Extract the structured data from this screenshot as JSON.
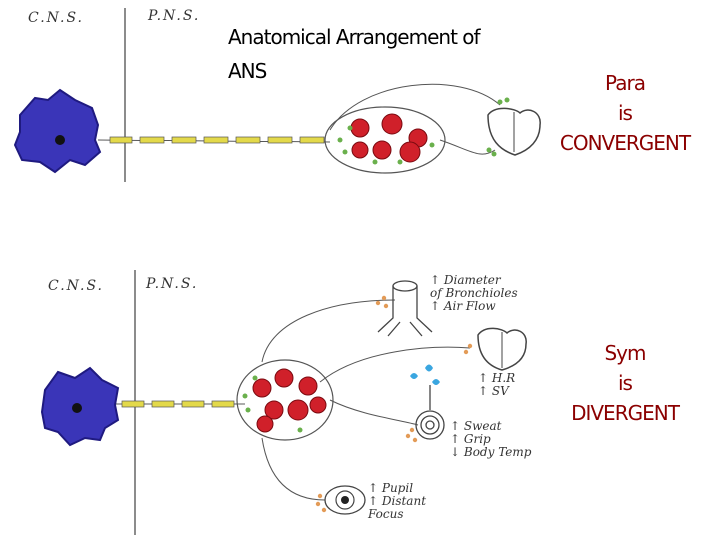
{
  "title": "Anatomical Arrangement of\nANS",
  "para": {
    "line1": "Para",
    "line2": "is",
    "line3": "CONVERGENT"
  },
  "sym": {
    "line1": "Sym",
    "line2": "is",
    "line3": "DIVERGENT"
  },
  "top_diagram": {
    "cns_label": "C.N.S.",
    "pns_label": "P.N.S."
  },
  "bottom_diagram": {
    "cns_label": "C.N.S.",
    "pns_label": "P.N.S.",
    "bronchi_label": "↑ Diameter\nof Bronchioles\n↑ Air Flow",
    "heart_label": "↑ H.R\n↑ SV",
    "skin_label": "↑ Sweat\n↑ Grip\n↓ Body Temp",
    "eye_label": "↑ Pupil\n↑ Distant\nFocus"
  },
  "colors": {
    "para_text": "#8b0000",
    "sym_text": "#8b0000",
    "neuron": "#3a35b8",
    "axon": "#e3d94a",
    "ganglion_cell": "#d0202a",
    "terminal_green": "#6ab04c",
    "terminal_orange": "#e39b57"
  }
}
